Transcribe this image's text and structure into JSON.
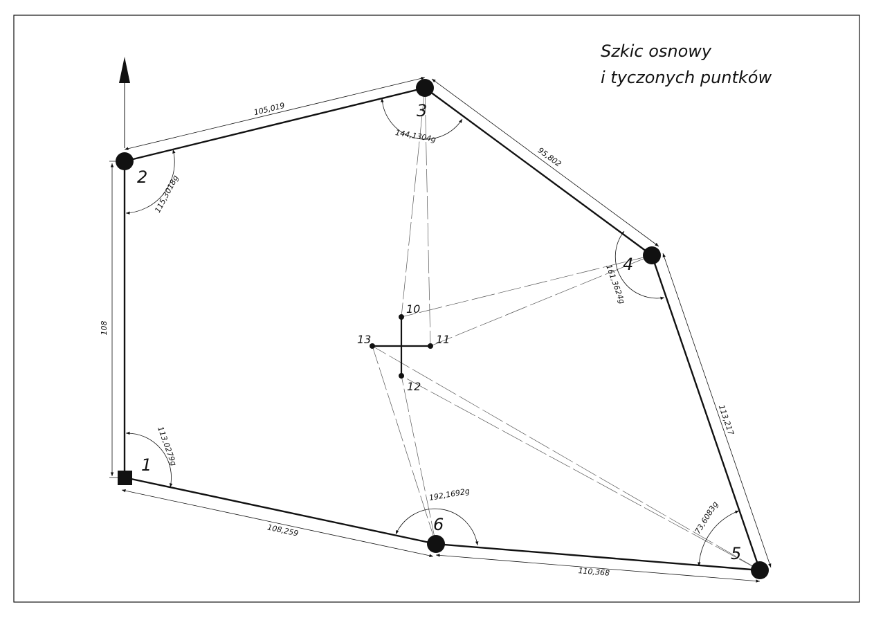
{
  "title": {
    "line1": "Szkic osnowy",
    "line2": "i tyczonych puntków"
  },
  "points": [
    {
      "id": "1",
      "label": "1",
      "symbol": "square"
    },
    {
      "id": "2",
      "label": "2",
      "symbol": "circle"
    },
    {
      "id": "3",
      "label": "3",
      "symbol": "circle"
    },
    {
      "id": "4",
      "label": "4",
      "symbol": "circle"
    },
    {
      "id": "5",
      "label": "5",
      "symbol": "circle"
    },
    {
      "id": "6",
      "label": "6",
      "symbol": "circle"
    }
  ],
  "staked_points": [
    {
      "id": "10",
      "label": "10"
    },
    {
      "id": "11",
      "label": "11"
    },
    {
      "id": "12",
      "label": "12"
    },
    {
      "id": "13",
      "label": "13"
    }
  ],
  "distances": [
    {
      "from": "1",
      "to": "2",
      "label": "108"
    },
    {
      "from": "2",
      "to": "3",
      "label": "105,019"
    },
    {
      "from": "3",
      "to": "4",
      "label": "95,802"
    },
    {
      "from": "4",
      "to": "5",
      "label": "113,217"
    },
    {
      "from": "5",
      "to": "6",
      "label": "110,368"
    },
    {
      "from": "6",
      "to": "1",
      "label": "108,259"
    }
  ],
  "angles": [
    {
      "at": "1",
      "label": "113,0279g"
    },
    {
      "at": "2",
      "label": "115,3018g"
    },
    {
      "at": "3",
      "label": "144,1304g"
    },
    {
      "at": "4",
      "label": "161,3624g"
    },
    {
      "at": "5",
      "label": "73,6083g"
    },
    {
      "at": "6",
      "label": "192,1692g"
    }
  ],
  "colors": {
    "line": "#111111",
    "thin": "#555555"
  }
}
